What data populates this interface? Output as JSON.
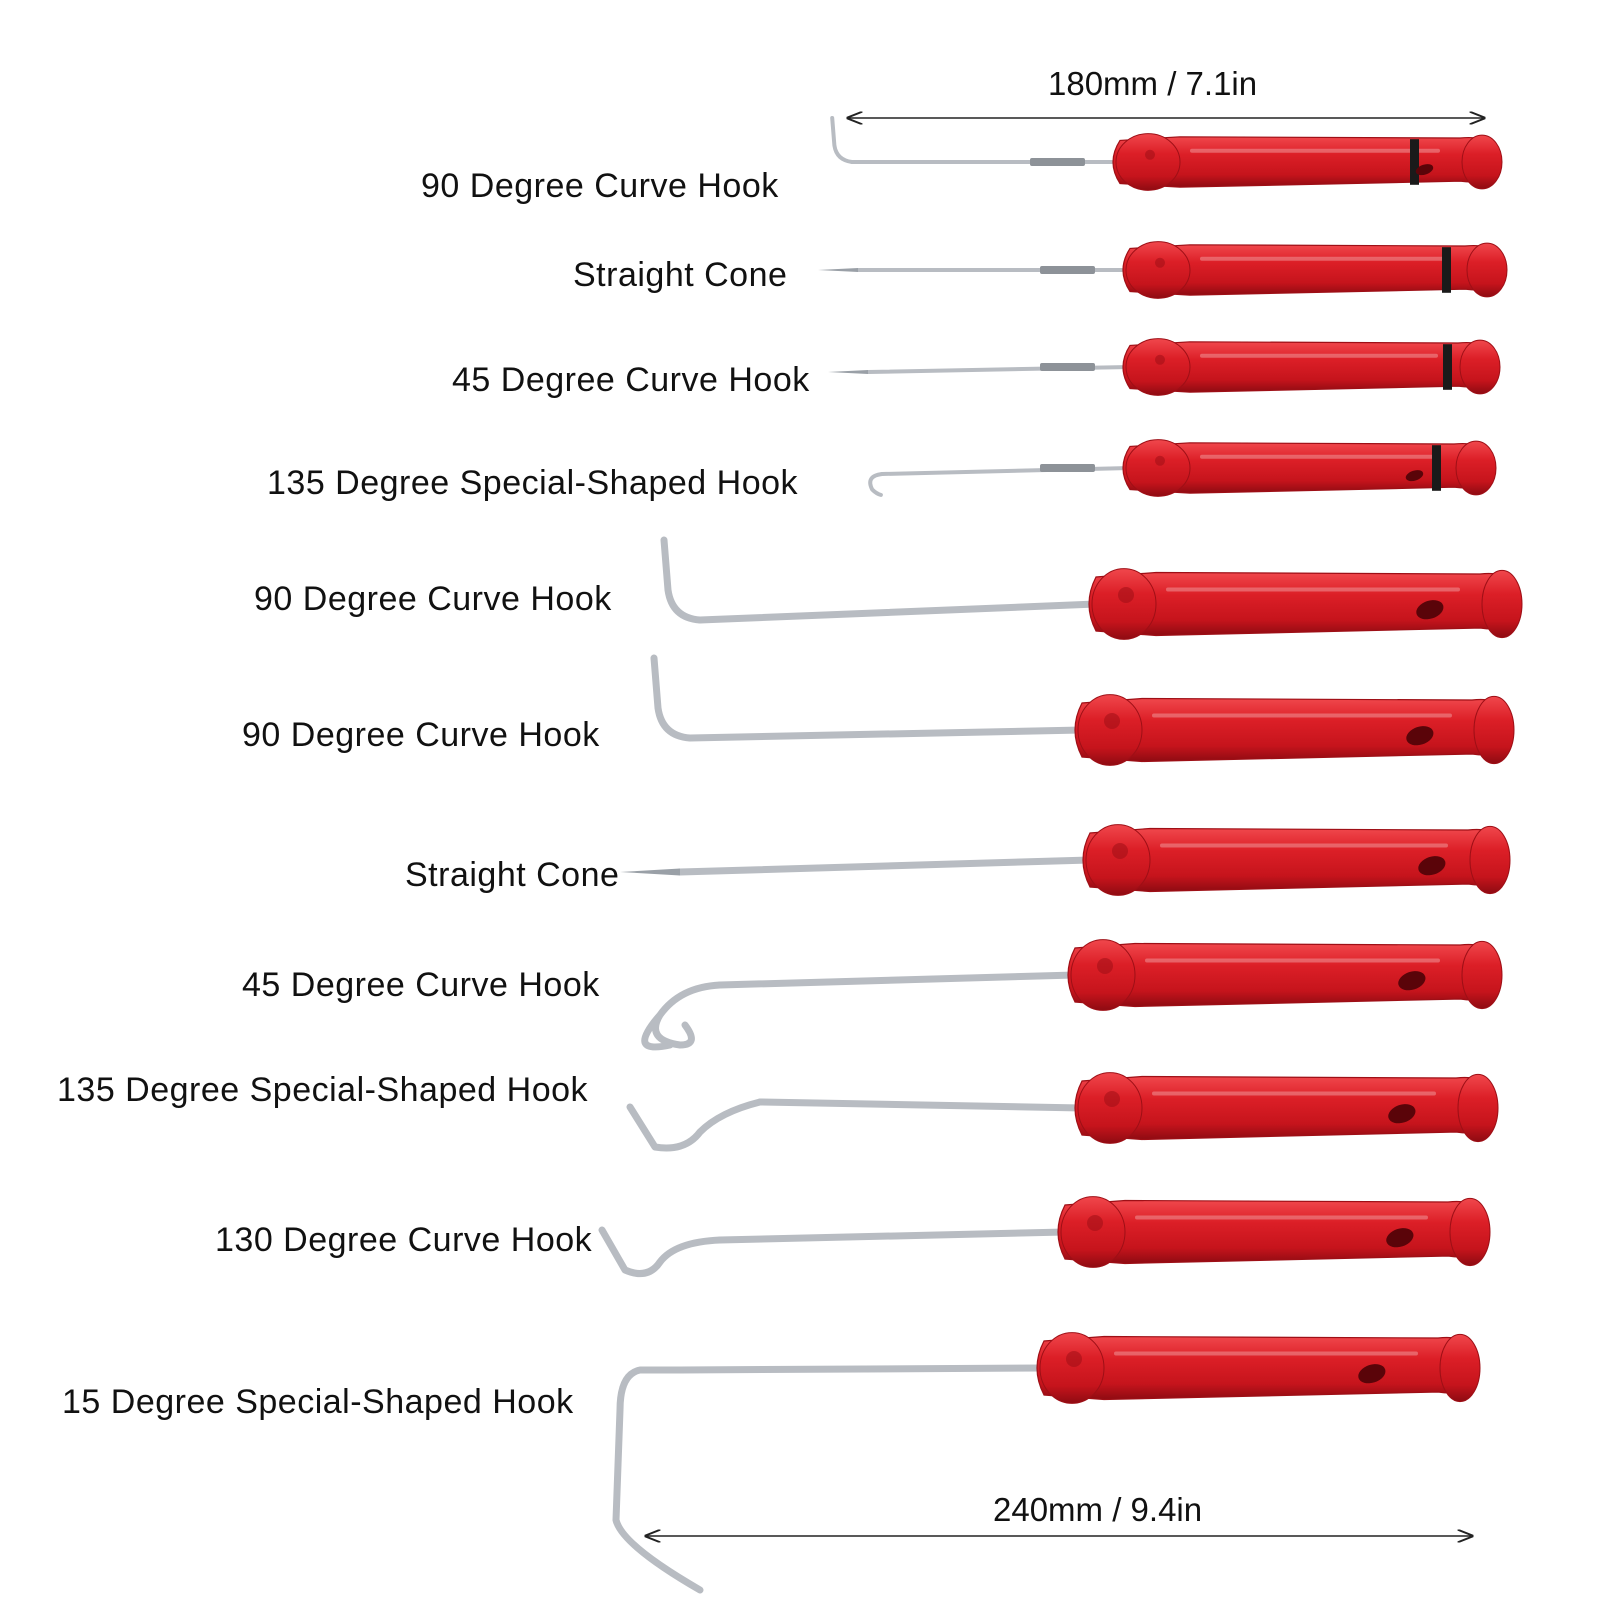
{
  "dimensions": {
    "short_set": "180mm / 7.1in",
    "long_set": "240mm / 9.4in"
  },
  "tools": [
    {
      "label": "90 Degree Curve Hook",
      "tip": "hook90"
    },
    {
      "label": "Straight Cone",
      "tip": "cone"
    },
    {
      "label": "45 Degree Curve Hook",
      "tip": "cone"
    },
    {
      "label": "135 Degree Special-Shaped Hook",
      "tip": "hook135"
    },
    {
      "label": "90 Degree Curve Hook",
      "tip": "hook90"
    },
    {
      "label": "90 Degree Curve Hook",
      "tip": "hook90"
    },
    {
      "label": "Straight Cone",
      "tip": "cone"
    },
    {
      "label": "45 Degree Curve Hook",
      "tip": "hook45"
    },
    {
      "label": "135 Degree Special-Shaped Hook",
      "tip": "special135"
    },
    {
      "label": "130 Degree Curve Hook",
      "tip": "hook130"
    },
    {
      "label": "15 Degree Special-Shaped Hook",
      "tip": "hook15"
    }
  ],
  "colors": {
    "handle": "#d81e26",
    "handle_dark": "#9e0f16",
    "shaft": "#b8bcc2",
    "band": "#1a1a1a"
  }
}
